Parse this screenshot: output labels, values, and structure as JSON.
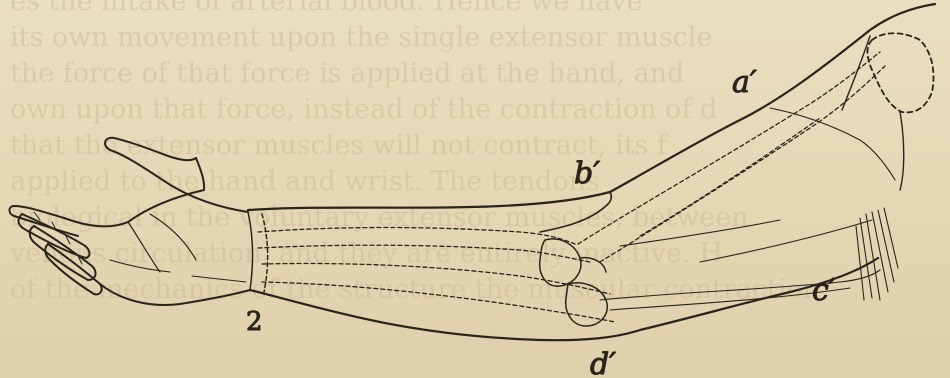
{
  "labels": {
    "a": "a′",
    "b": "b′",
    "c": "c′",
    "d": "d′",
    "num": "2"
  },
  "background_text": [
    "es the intake of arterial blood. Hence we have",
    "its own movement upon the single extensor muscle",
    "the force of that force is applied at the hand, and",
    "own upon that force, instead of the contraction of d",
    "that the extensor muscles will not contract, its f",
    "applied to the hand and wrist. The tendons",
    "biological in the voluntary extensor muscles, between",
    "venous circulation, and they are entirely inactive. H",
    "of the mechanics of the structure the muscular contraction"
  ],
  "colors": {
    "paper": "#e6d8b8",
    "ink": "#2a241c"
  }
}
